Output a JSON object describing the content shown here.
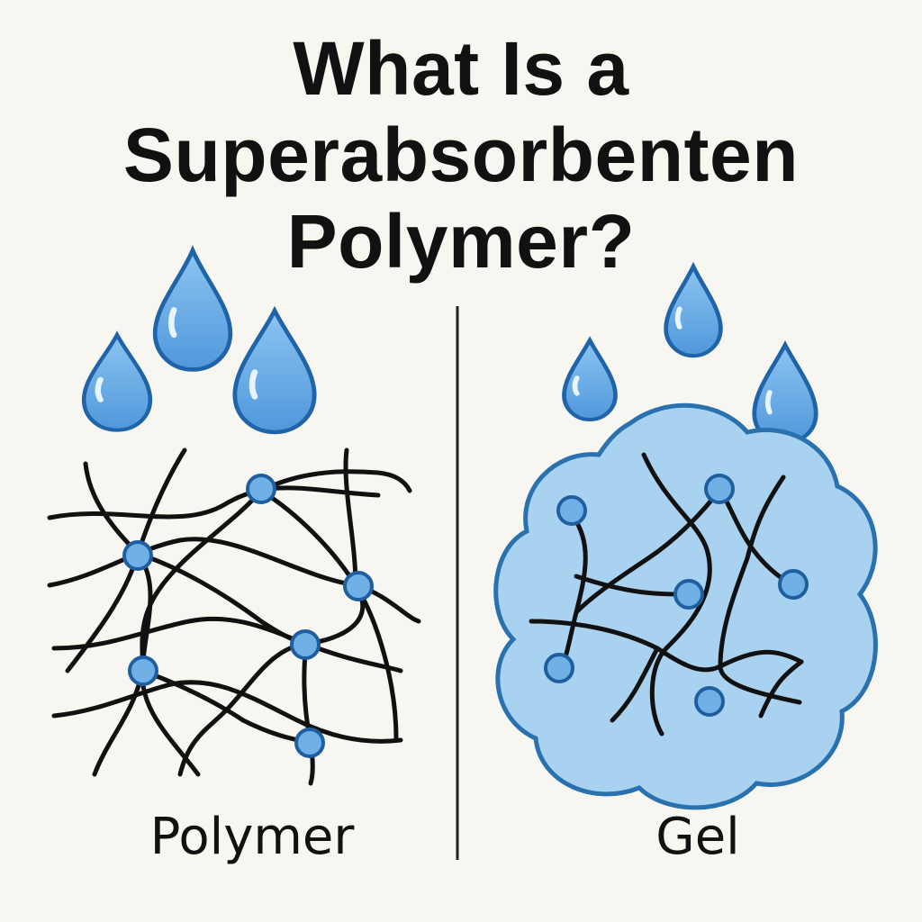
{
  "title": {
    "line1": "What Is a",
    "line2": "Superabsorbenten",
    "line3": "Polymer?"
  },
  "panels": {
    "left_label": "Polymer",
    "right_label": "Gel"
  },
  "colors": {
    "background": "#f8f6f1",
    "ink": "#111111",
    "drop_fill": "#62a9e6",
    "drop_stroke": "#1f63a8",
    "node_fill": "#6fb0e6",
    "node_stroke": "#1f5f9f",
    "gel_fill": "#a9d2f0",
    "gel_stroke": "#2a71b0"
  },
  "icons": {
    "drop": "water-drop-icon",
    "node": "crosslink-node-icon"
  }
}
